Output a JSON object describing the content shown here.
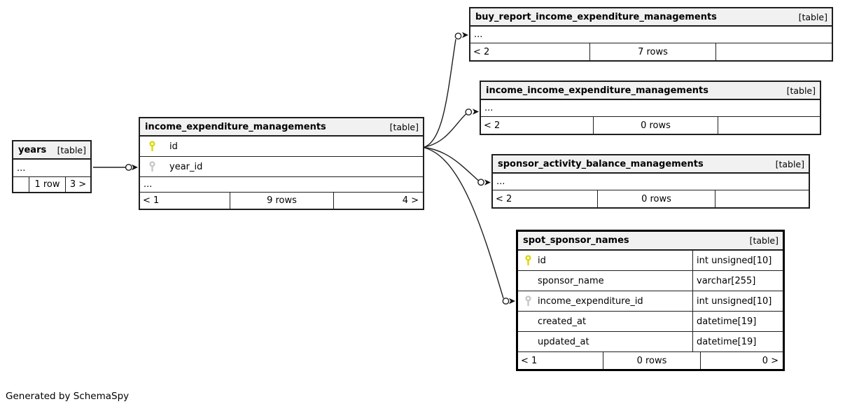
{
  "note": "Generated by SchemaSpy",
  "colors": {
    "primary_key": "#d8d800",
    "foreign_key": "#c6c6c6",
    "header_bg": "#f1f1f1",
    "border": "#1f1f1f"
  },
  "icons": {
    "primary_key": "key-icon",
    "foreign_key": "key-icon"
  },
  "tables": {
    "years": {
      "name": "years",
      "tag": "[table]",
      "ellipsis": "...",
      "footer": {
        "left": "",
        "center": "1 row",
        "right": "3 >"
      }
    },
    "income_expenditure": {
      "name": "income_expenditure_managements",
      "tag": "[table]",
      "ellipsis": "...",
      "columns": [
        {
          "name": "id",
          "key": "primary"
        },
        {
          "name": "year_id",
          "key": "foreign"
        }
      ],
      "footer": {
        "left": "< 1",
        "center": "9 rows",
        "right": "4 >"
      }
    },
    "buy_report": {
      "name": "buy_report_income_expenditure_managements",
      "tag": "[table]",
      "ellipsis": "...",
      "footer": {
        "left": "< 2",
        "center": "7 rows",
        "right": ""
      }
    },
    "income_income": {
      "name": "income_income_expenditure_managements",
      "tag": "[table]",
      "ellipsis": "...",
      "footer": {
        "left": "< 2",
        "center": "0 rows",
        "right": ""
      }
    },
    "sponsor_activity": {
      "name": "sponsor_activity_balance_managements",
      "tag": "[table]",
      "ellipsis": "...",
      "footer": {
        "left": "< 2",
        "center": "0 rows",
        "right": ""
      }
    },
    "spot_sponsor": {
      "name": "spot_sponsor_names",
      "tag": "[table]",
      "columns": [
        {
          "name": "id",
          "type": "int unsigned[10]",
          "key": "primary"
        },
        {
          "name": "sponsor_name",
          "type": "varchar[255]",
          "key": ""
        },
        {
          "name": "income_expenditure_id",
          "type": "int unsigned[10]",
          "key": "foreign"
        },
        {
          "name": "created_at",
          "type": "datetime[19]",
          "key": ""
        },
        {
          "name": "updated_at",
          "type": "datetime[19]",
          "key": ""
        }
      ],
      "footer": {
        "left": "< 1",
        "center": "0 rows",
        "right": "0 >"
      }
    }
  }
}
